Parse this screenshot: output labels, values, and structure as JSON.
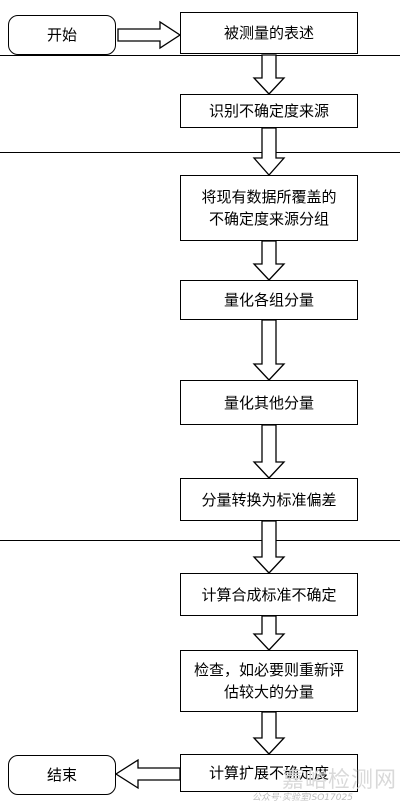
{
  "flow": {
    "start": "开始",
    "end": "结束",
    "steps": [
      "被测量的表述",
      "识别不确定度来源",
      "将现有数据所覆盖的\n不确定度来源分组",
      "量化各组分量",
      "量化其他分量",
      "分量转换为标准偏差",
      "计算合成标准不确定",
      "检查，如必要则重新评\n估较大的分量",
      "计算扩展不确定度"
    ]
  },
  "watermark": {
    "main": "嘉峪检测网",
    "sub": "公众号·实验室ISO17025"
  }
}
